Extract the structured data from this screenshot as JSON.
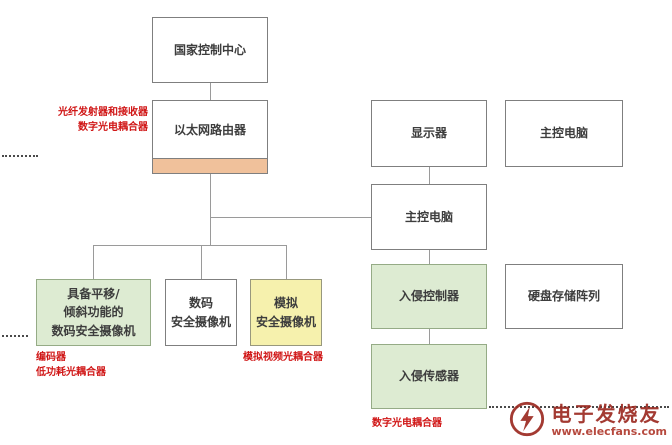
{
  "diagram": {
    "nodes": {
      "national_control_center": {
        "label": "国家控制中心"
      },
      "ethernet_router": {
        "label": "以太网路由器"
      },
      "pan_tilt_camera": {
        "label": "具备平移/\n倾斜功能的\n数码安全摄像机"
      },
      "digital_camera": {
        "label": "数码\n安全摄像机"
      },
      "analog_camera": {
        "label": "模拟\n安全摄像机"
      },
      "monitor": {
        "label": "显示器"
      },
      "master_computer_top": {
        "label": "主控电脑"
      },
      "master_computer": {
        "label": "主控电脑"
      },
      "intrusion_controller": {
        "label": "入侵控制器"
      },
      "disk_array": {
        "label": "硬盘存储阵列"
      },
      "intrusion_sensor": {
        "label": "入侵传感器"
      }
    },
    "annotations": {
      "fiber_optocoupler": {
        "text": "光纤发射器和接收器\n数字光电耦合器"
      },
      "encoder": {
        "text": "编码器\n低功耗光耦合器"
      },
      "analog_video_optocoupler": {
        "text": "模拟视频光耦合器"
      },
      "digital_optocoupler": {
        "text": "数字光电耦合器"
      }
    },
    "colors": {
      "green_fill": "#ddebd2",
      "green_border": "#95ab86",
      "yellow_fill": "#f6f1ad",
      "router_strip": "#f0c19b",
      "annotation_red": "#d01616",
      "connector_gray": "#9a9a9a",
      "watermark_red": "#9c2a21"
    }
  },
  "watermark": {
    "site_name": "电子发烧友",
    "site_url": "www.elecfans.com"
  }
}
